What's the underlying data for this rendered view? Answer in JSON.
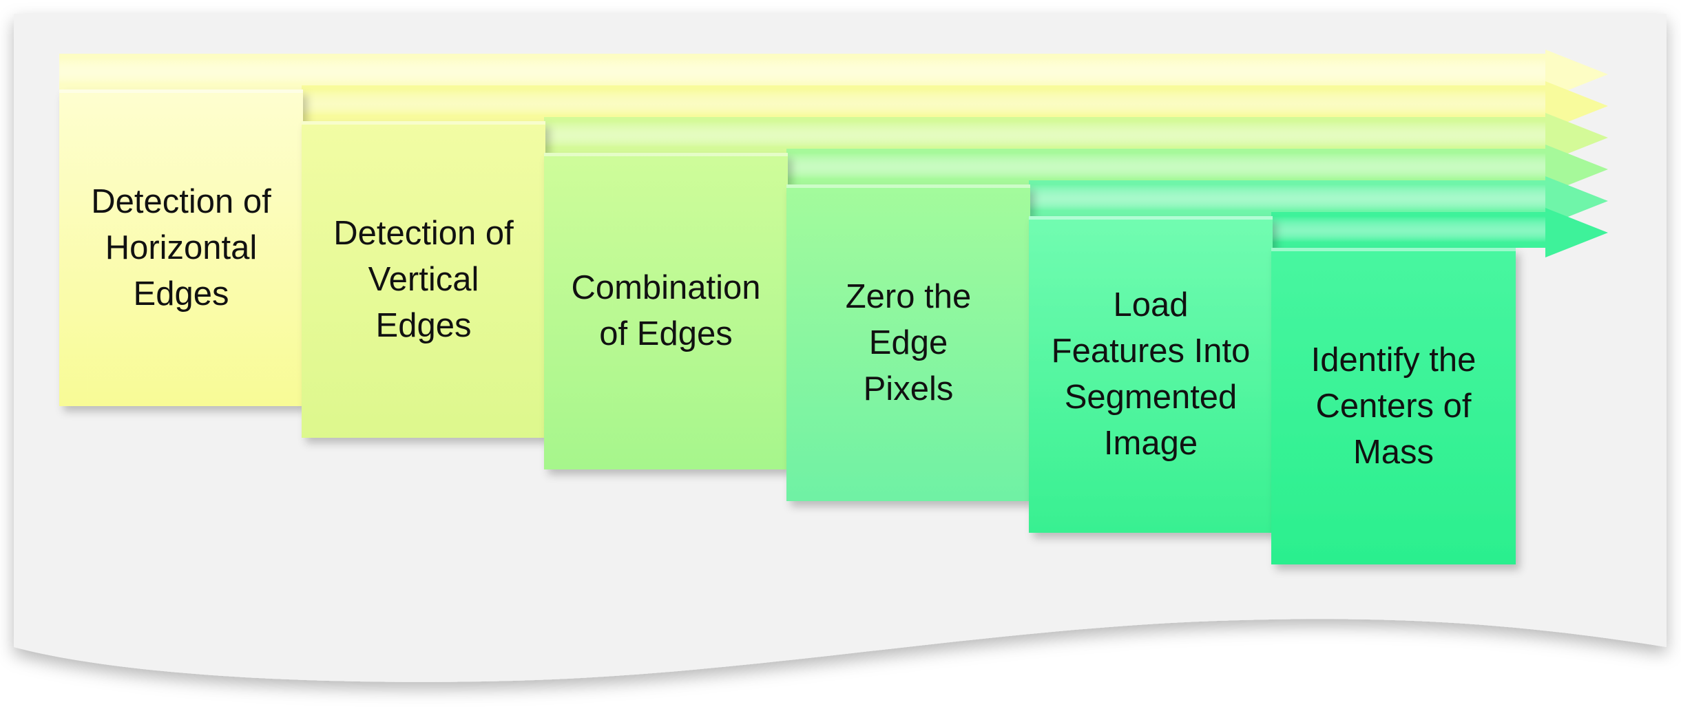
{
  "diagram": {
    "steps": [
      {
        "id": "step-1",
        "label": "Detection of\nHorizontal\nEdges"
      },
      {
        "id": "step-2",
        "label": "Detection of\nVertical\nEdges"
      },
      {
        "id": "step-3",
        "label": "Combination\nof Edges"
      },
      {
        "id": "step-4",
        "label": "Zero the\nEdge\nPixels"
      },
      {
        "id": "step-5",
        "label": "Load\nFeatures Into\nSegmented\nImage"
      },
      {
        "id": "step-6",
        "label": "Identify the\nCenters of\nMass"
      }
    ],
    "colors": {
      "page_background": "#f2f2f2",
      "arrow_colors": [
        "#fdfdc4",
        "#f8fb9c",
        "#d4fa98",
        "#a6f99a",
        "#6ff5a9",
        "#3ef29a"
      ],
      "box_top_colors": [
        "#fefed0",
        "#f2fca4",
        "#cffc9a",
        "#a4fb9c",
        "#72fcb1",
        "#48f6a0"
      ],
      "box_bottom_colors": [
        "#f8fb96",
        "#ddf88d",
        "#a6f68c",
        "#6ff1a4",
        "#38f091",
        "#2bef8e"
      ]
    }
  }
}
